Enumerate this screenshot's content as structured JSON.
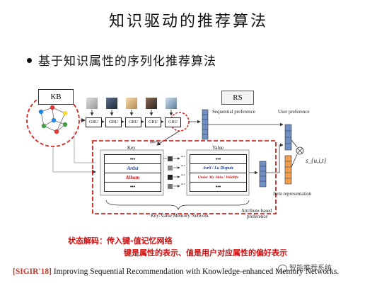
{
  "title": "知识驱动的推荐算法",
  "bullet": "基于知识属性的序列化推荐算法",
  "diagram": {
    "kb_label": "KB",
    "rs_label": "RS",
    "gru_label": "GRU",
    "sequential_preference": "Sequential preference",
    "user_preference": "User preference",
    "query_label": "query",
    "key_header": "Key",
    "value_header": "Value",
    "key_rows": [
      "•••",
      "Artist",
      "Album",
      "•••"
    ],
    "value_rows": [
      "•••",
      "Avril / La Dispute",
      "Under My Skin / Wildlife",
      "•••"
    ],
    "dots": "•••",
    "memory_network_label": "Key-Value Memory Network",
    "attribute_pref_label_1": "Attribute-based",
    "attribute_pref_label_2": "preference",
    "item_representation": "Item representation",
    "score_label": "s_{u,i,t}",
    "colors": {
      "red_dash": "#d6221e",
      "node_red": "#e53935",
      "node_green": "#43a047",
      "node_blue": "#1e88e5",
      "node_yellow": "#fdd835",
      "blue_vector": "#6f8fc6",
      "orange_vector": "#f0a050"
    }
  },
  "notes": {
    "line1": "状态解码：传入键-值记忆网络",
    "line2": "键是属性的表示、值是用户对应属性的偏好表示"
  },
  "footer": {
    "tag": "[SIGIR'18]",
    "text": "Improving Sequential Recommendation with Knowledge-enhanced Memory Networks."
  },
  "watermark": "智能推荐系统"
}
